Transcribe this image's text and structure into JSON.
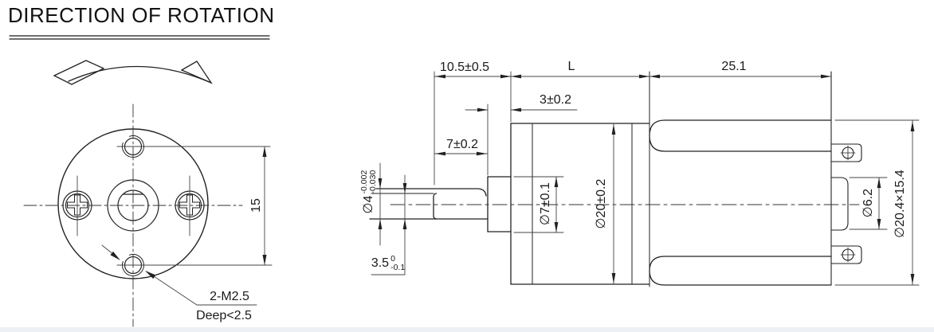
{
  "title": "DIRECTION OF ROTATION",
  "front_view": {
    "hole_spacing": "15",
    "leader": {
      "line1": "2-M2.5",
      "line2": "Deep<2.5"
    }
  },
  "side_view": {
    "shaft_extension_length": "10.5±0.5",
    "gearbox_length": "L",
    "motor_length": "25.1",
    "boss_length": "3±0.2",
    "shaft_flat_length": "7±0.2",
    "shaft_diameter": {
      "main": "∅4",
      "upper": "-0.002",
      "lower": "-0.030"
    },
    "flat_height": {
      "main": "3.5",
      "upper": "0",
      "lower": "-0.1"
    },
    "boss_diameter": "∅7±0.1",
    "gearbox_diameter": "∅20±0.2",
    "rear_boss_diameter": "∅6.2",
    "motor_diameter": "∅20.4×15.4"
  },
  "colors": {
    "line": "#222222",
    "background": "#ffffff",
    "footer_strip": "#edf0f4"
  }
}
